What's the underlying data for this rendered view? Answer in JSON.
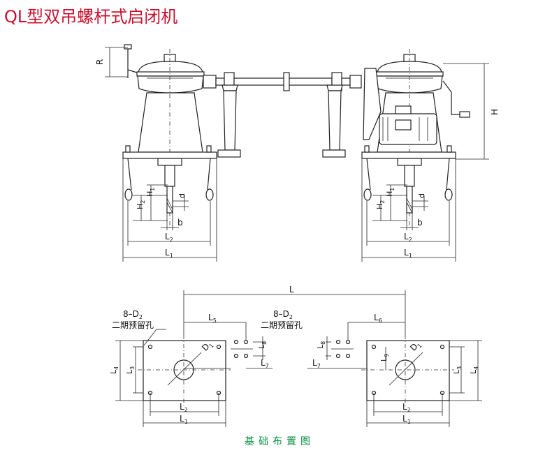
{
  "title": "QL型双吊螺杆式启闭机",
  "caption": "基础布置图",
  "colors": {
    "title": "#c8102e",
    "caption": "#0a8f43",
    "line": "#222222"
  },
  "labels": {
    "R": "R",
    "H": "H",
    "H1": "H",
    "H1_sub": "1",
    "H2": "H",
    "H2_sub": "2",
    "d": "d",
    "b": "b",
    "L": "L",
    "L1": "L",
    "L1_sub": "1",
    "L2": "L",
    "L2_sub": "2",
    "L3": "L",
    "L3_sub": "3",
    "L4": "L",
    "L4_sub": "4",
    "L5": "L",
    "L5_sub": "5",
    "L6": "L",
    "L6_sub": "6",
    "L7": "L",
    "L7_sub": "7",
    "L8": "L",
    "L8_sub": "8",
    "L9": "L",
    "L9_sub": "9",
    "D1": "D",
    "D1_sub": "1",
    "holes": "8–D",
    "holes_sub": "2",
    "hole_note": "二期预留孔"
  }
}
